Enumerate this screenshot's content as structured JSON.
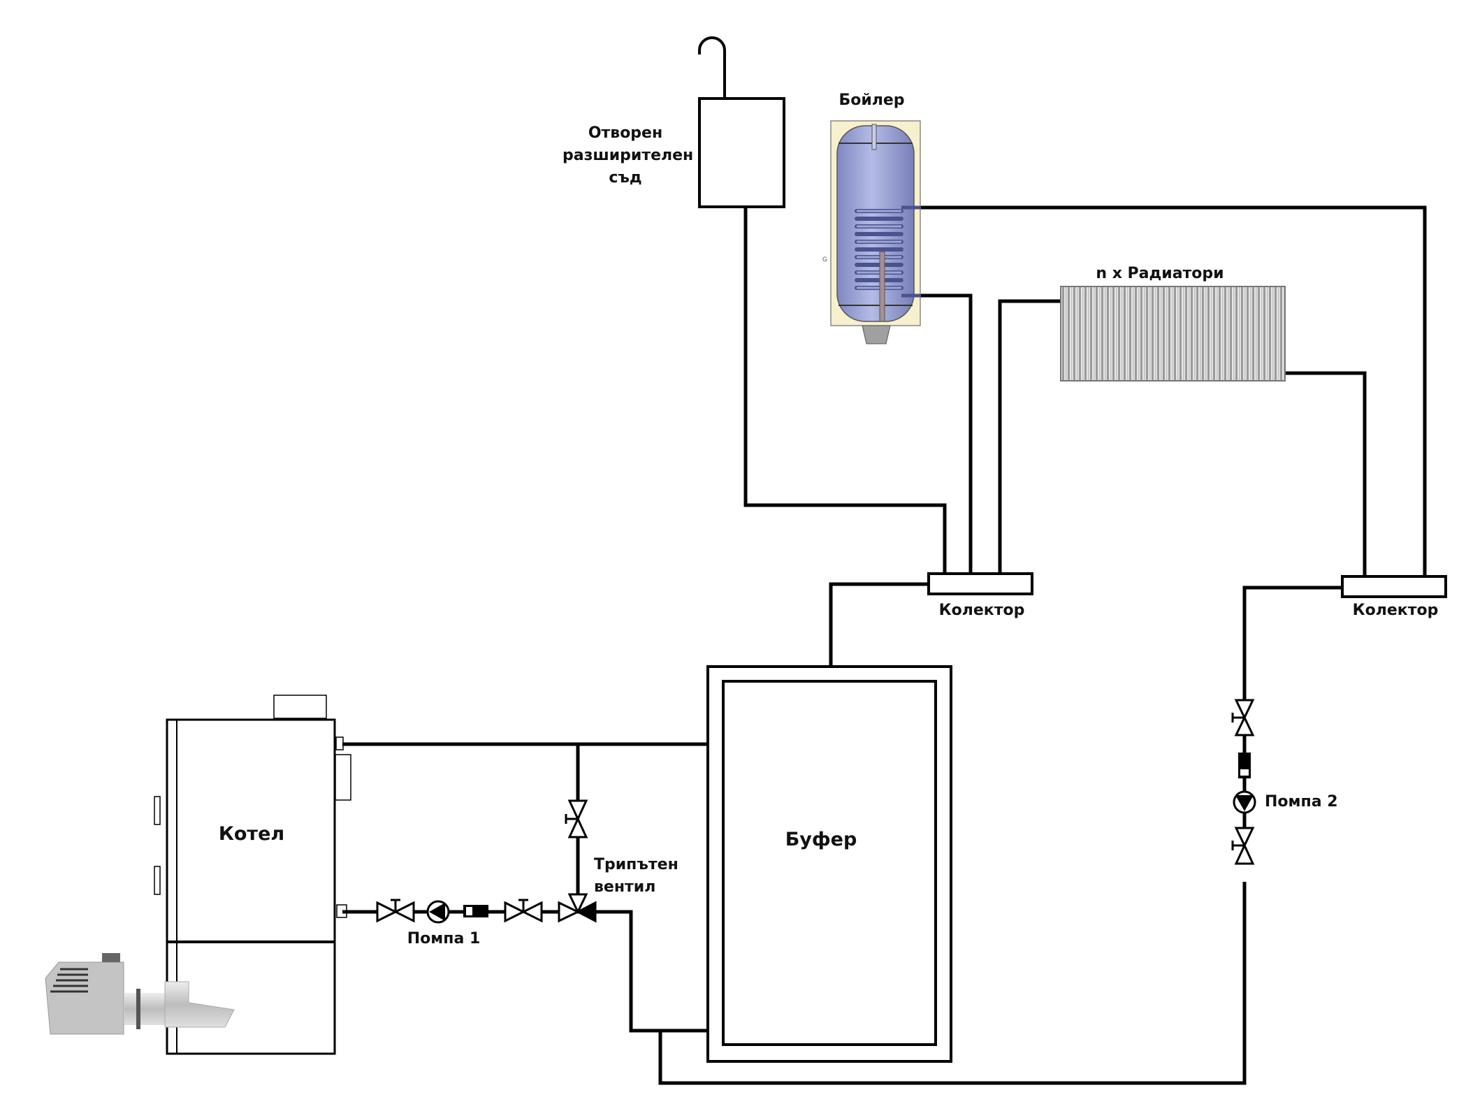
{
  "labels": {
    "expansion_tank": [
      "Отворен",
      "разширителен",
      "съд"
    ],
    "boiler": "Бойлер",
    "radiators": "n x Радиатори",
    "collector_left": "Колектор",
    "collector_right": "Колектор",
    "kotel": "Котел",
    "buffer": "Буфер",
    "three_way_valve": [
      "Трипътен",
      "вентил"
    ],
    "pump1": "Помпа 1",
    "pump2": "Помпа 2"
  },
  "colors": {
    "pipe": "#000000",
    "boiler_shell": "#f7f0cc",
    "boiler_tank": "#9ea6d6",
    "radiator": "#b8b8b8",
    "burner": "#c8c8c8"
  }
}
